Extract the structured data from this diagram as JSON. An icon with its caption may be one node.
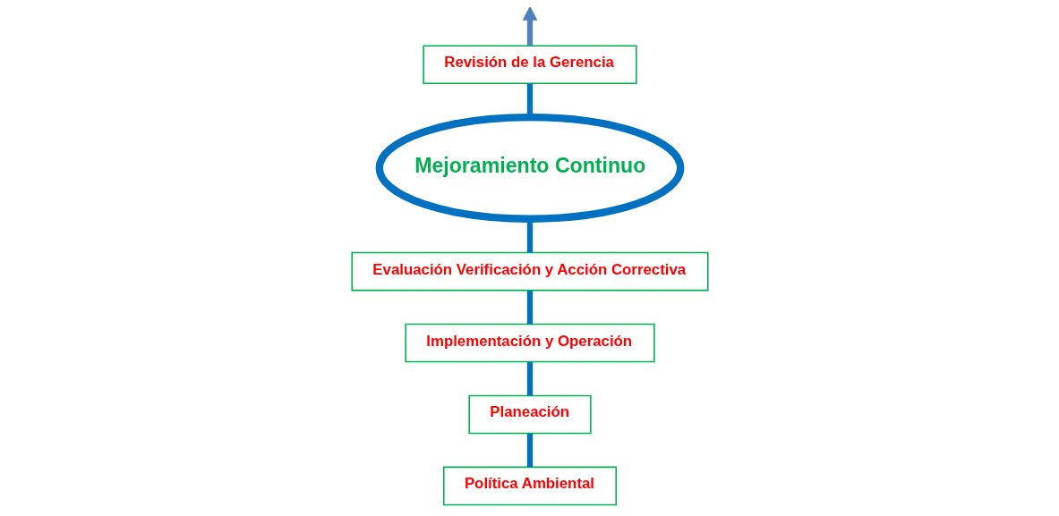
{
  "diagram": {
    "nodes": [
      {
        "text": [
          "Revisión de la Gerencia"
        ]
      },
      {
        "text": [
          "Mejoramiento Continuo"
        ]
      },
      {
        "text": [
          "Política Ambiental"
        ]
      },
      {
        "text": [
          "Evaluación Verificación y Acción Correctiva"
        ]
      },
      {
        "text": [
          "Planeación"
        ]
      },
      {
        "text": [
          "Implementación y Operación"
        ]
      }
    ],
    "edges": [
      {
        "from": 2,
        "to": 4,
        "arrow": "none"
      },
      {
        "from": 4,
        "to": 5,
        "arrow": "none"
      },
      {
        "from": 5,
        "to": 3,
        "arrow": "none"
      },
      {
        "from": 3,
        "to": 1,
        "arrow": "none"
      },
      {
        "from": 1,
        "to": 0,
        "arrow": "none"
      },
      {
        "from": 0,
        "to": null,
        "arrow": "to",
        "color": "#4f81bd"
      }
    ]
  }
}
